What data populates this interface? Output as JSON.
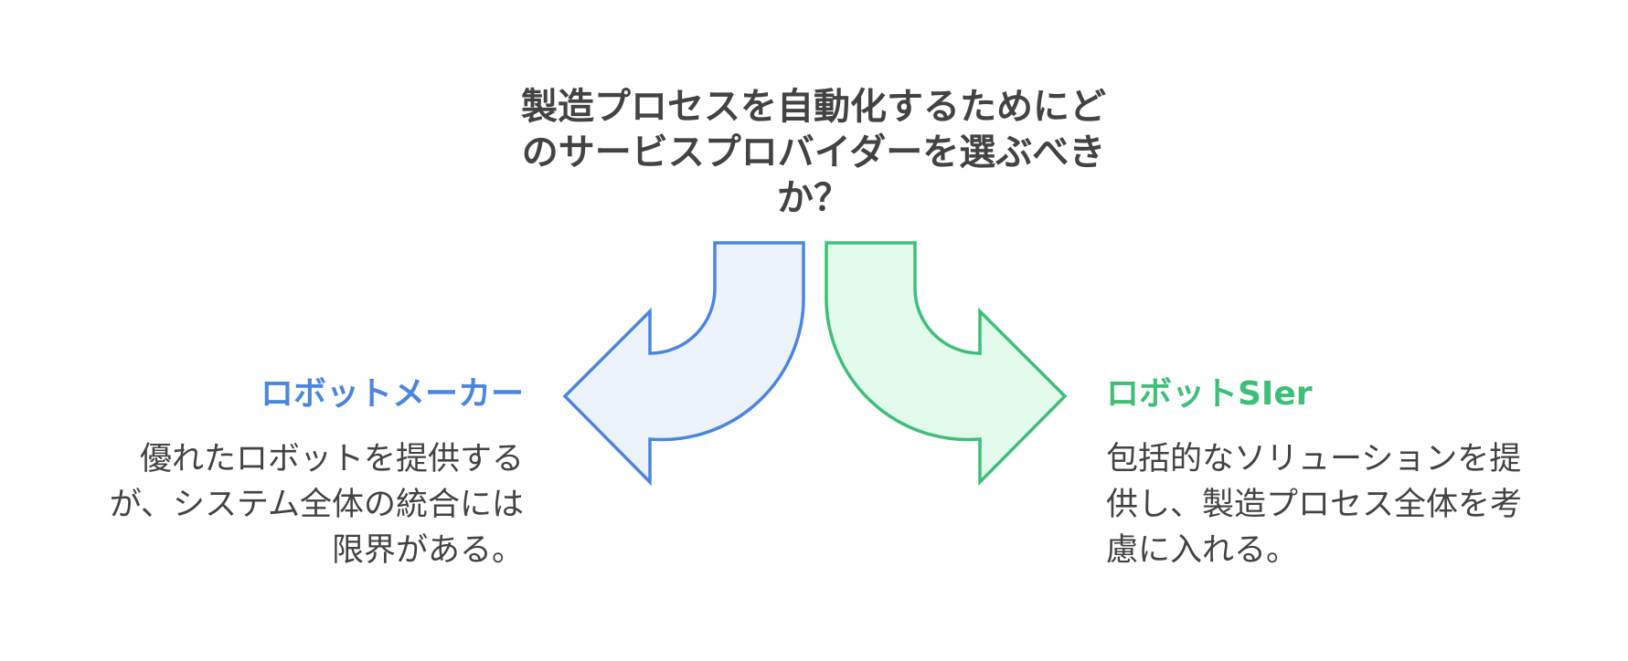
{
  "question": {
    "lines": [
      "製造プロセスを自動化するためにど",
      "のサービスプロバイダーを選ぶべき",
      "か？"
    ]
  },
  "options": {
    "left": {
      "title": "ロボットメーカー",
      "desc_lines": [
        "優れたロボットを提供する",
        "が、システム全体の統合には",
        "限界がある。"
      ],
      "color": "#4a86e0",
      "fill": "#edf3fd"
    },
    "right": {
      "title": "ロボットSIer",
      "desc_lines": [
        "包括的なソリューションを提",
        "供し、製造プロセス全体を考",
        "慮に入れる。"
      ],
      "color": "#3dbf7a",
      "fill": "#e2fbed"
    }
  }
}
